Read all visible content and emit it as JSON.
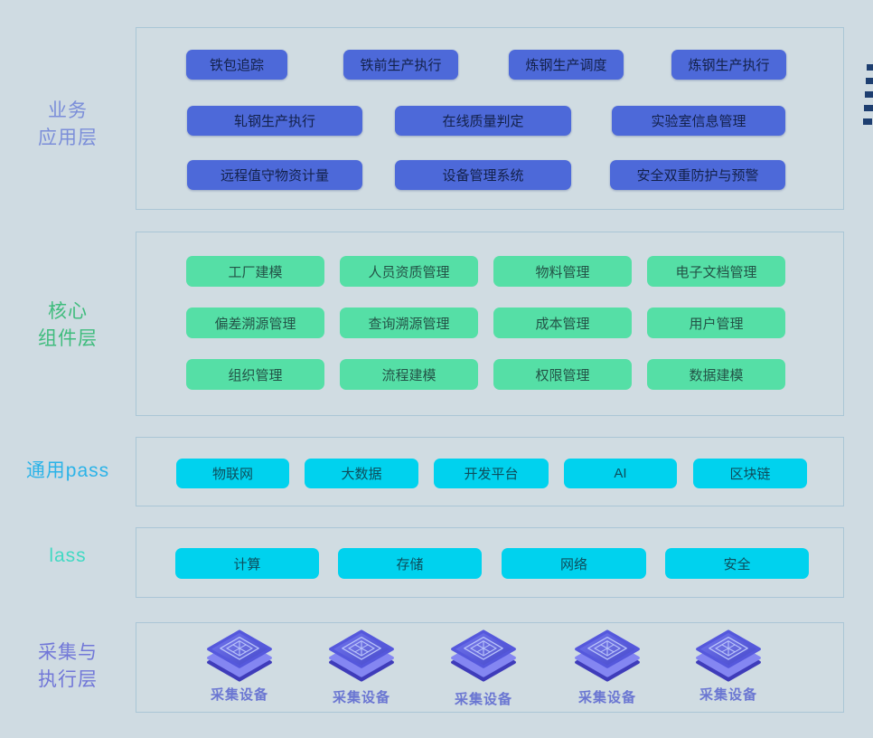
{
  "layers": {
    "business": {
      "label_line1": "业务",
      "label_line2": "应用层",
      "buttons": [
        "铁包追踪",
        "铁前生产执行",
        "炼钢生产调度",
        "炼钢生产执行",
        "轧钢生产执行",
        "在线质量判定",
        "实验室信息管理",
        "远程值守物资计量",
        "设备管理系统",
        "安全双重防护与预警"
      ]
    },
    "core": {
      "label_line1": "核心",
      "label_line2": "组件层",
      "buttons": [
        "工厂建模",
        "人员资质管理",
        "物料管理",
        "电子文档管理",
        "偏差溯源管理",
        "查询溯源管理",
        "成本管理",
        "用户管理",
        "组织管理",
        "流程建模",
        "权限管理",
        "数据建模"
      ]
    },
    "paas": {
      "label": "通用pass",
      "buttons": [
        "物联网",
        "大数据",
        "开发平台",
        "AI",
        "区块链"
      ]
    },
    "iaas": {
      "label": "lass",
      "buttons": [
        "计算",
        "存储",
        "网络",
        "安全"
      ]
    },
    "collect": {
      "label_line1": "采集与",
      "label_line2": "执行层",
      "device_label": "采集设备",
      "device_count": 5
    }
  },
  "colors": {
    "background": "#cfdbe2",
    "panel_border": "#aac6d6",
    "business_button": "#4d69d9",
    "business_button_text": "#13214a",
    "business_label": "#7b8ed9",
    "core_button": "#55dfa6",
    "core_button_text": "#235347",
    "core_label": "#3fbc7d",
    "cyan_button": "#00d2ee",
    "cyan_button_text": "#0d4d5c",
    "paas_label": "#2bb3e8",
    "iaas_label": "#41d9c3",
    "collect_label": "#7177d8",
    "device_label_text": "#6a76d2",
    "edge_marker": "#1d3e70",
    "cube_top": "#6163e6",
    "cube_band": "#8486f2",
    "cube_base": "#3f3cba"
  }
}
